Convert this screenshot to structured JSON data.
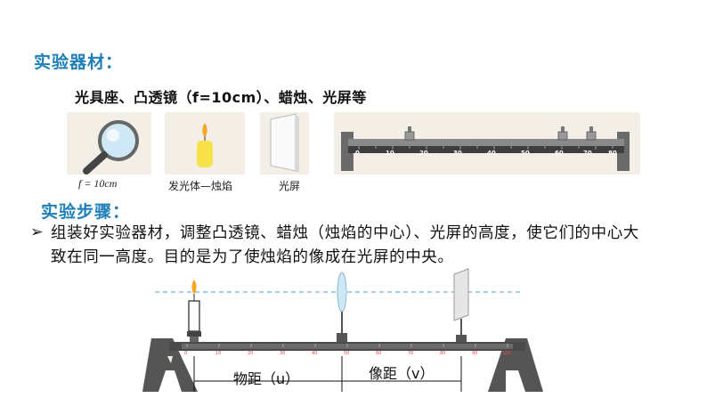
{
  "materials": {
    "heading": "实验器材：",
    "list": "光具座、凸透镜（f=10cm）、蜡烛、光屏等",
    "items": [
      {
        "icon": "magnifier-icon",
        "caption": "f = 10cm"
      },
      {
        "icon": "candle-icon",
        "caption": "发光体—烛焰"
      },
      {
        "icon": "screen-icon",
        "caption": "光屏"
      },
      {
        "icon": "optical-bench-icon",
        "scale": [
          "0",
          "10",
          "20",
          "30",
          "40",
          "50",
          "60",
          "70",
          "80"
        ]
      }
    ]
  },
  "steps": {
    "heading": "实验步骤：",
    "bullet": "➢",
    "text": "组装好实验器材，调整凸透镜、蜡烛（烛焰的中心）、光屏的高度，使它们的中心大致在同一高度。目的是为了使烛焰的像成在光屏的中央。"
  },
  "diagram": {
    "object_distance": "物距（u）",
    "image_distance": "像距（v）",
    "scale": [
      "0",
      "10",
      "20",
      "30",
      "40",
      "50",
      "60",
      "70",
      "80",
      "90",
      "100"
    ]
  },
  "colors": {
    "heading": "#1f7fb8",
    "card": "#f4efe6",
    "dashed_axis": "#6fb7d9",
    "flame": "#f5a623",
    "candle": "#f7e24a",
    "rail": "#4a4a4a"
  }
}
